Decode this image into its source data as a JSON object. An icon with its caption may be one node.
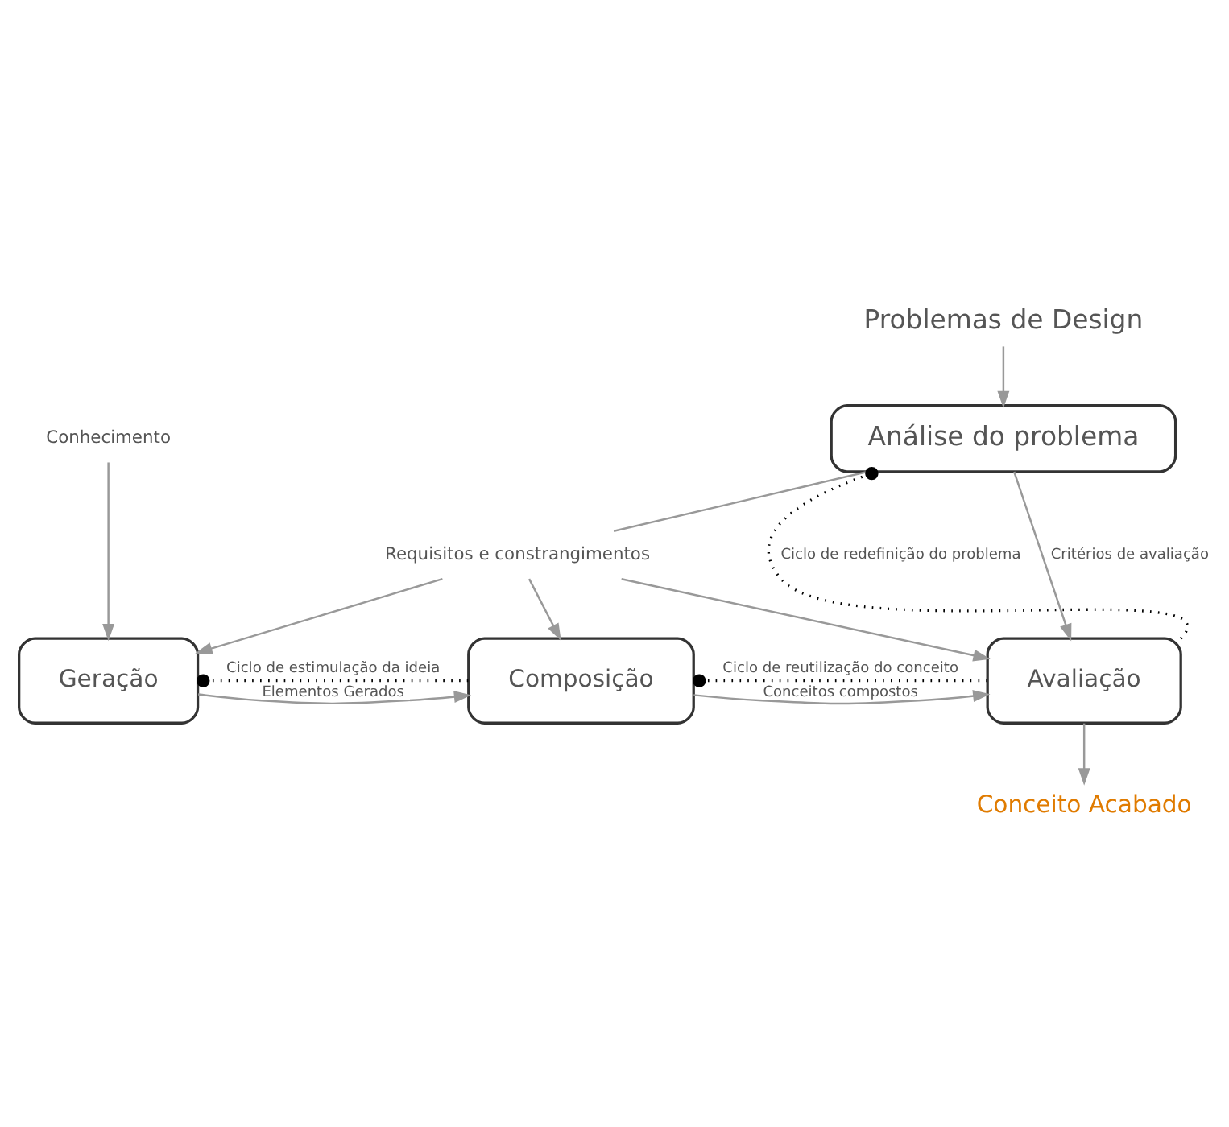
{
  "diagram": {
    "nodes": [
      {
        "text": [
          "Problemas de Design"
        ]
      },
      {
        "text": [
          "Análise do problema"
        ]
      },
      {
        "text": [
          "Conhecimento"
        ]
      },
      {
        "text": [
          "Requisitos e constrangimentos"
        ]
      },
      {
        "text": [
          "Geração"
        ]
      },
      {
        "text": [
          "Composição"
        ]
      },
      {
        "text": [
          "Avaliação"
        ]
      },
      {
        "text": [
          "Conceito Acabado"
        ]
      }
    ],
    "edges": [
      {
        "from": 0,
        "to": 1,
        "arrow": "to"
      },
      {
        "from": 1,
        "to": 6,
        "arrow": "to",
        "label": "Critérios de avaliação"
      },
      {
        "from": 2,
        "to": 4,
        "arrow": "to"
      },
      {
        "from": 1,
        "to": 3,
        "arrow": "none"
      },
      {
        "from": 3,
        "to": 4,
        "arrow": "to"
      },
      {
        "from": 3,
        "to": 5,
        "arrow": "to"
      },
      {
        "from": 3,
        "to": 6,
        "arrow": "to"
      },
      {
        "from": 4,
        "to": 5,
        "arrow": "to",
        "label": "Elementos Gerados"
      },
      {
        "from": 5,
        "to": 6,
        "arrow": "to",
        "label": "Conceitos compostos"
      },
      {
        "from": 6,
        "to": 7,
        "arrow": "to"
      },
      {
        "from": 5,
        "to": 4,
        "arrow": "other",
        "style": "dashed",
        "color": "#000000",
        "label": "Ciclo de estimulação da ideia"
      },
      {
        "from": 6,
        "to": 5,
        "arrow": "other",
        "style": "dashed",
        "color": "#000000",
        "label": "Ciclo de reutilização do conceito"
      },
      {
        "from": 6,
        "to": 1,
        "arrow": "other",
        "style": "dashed",
        "color": "#000000",
        "label": "Ciclo de redefinição do problema"
      }
    ]
  }
}
